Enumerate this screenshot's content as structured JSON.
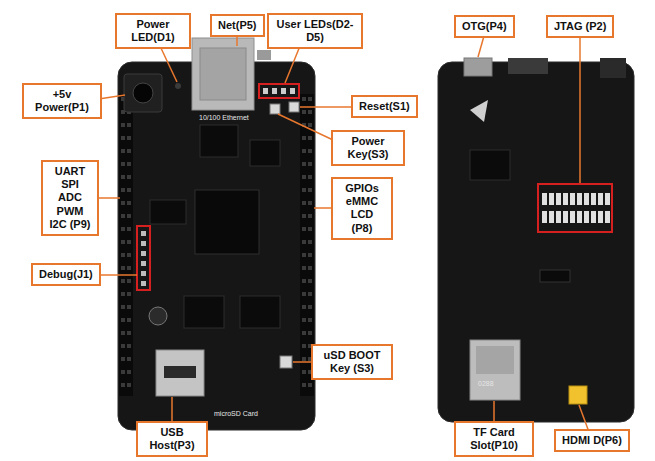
{
  "diagram": {
    "nodes": [
      {
        "text": [
          "Power LED(D1)"
        ]
      },
      {
        "text": [
          "Net(P5)"
        ]
      },
      {
        "text": [
          "User LEDs(D2-D5)"
        ]
      },
      {
        "text": [
          "OTG(P4)"
        ]
      },
      {
        "text": [
          "JTAG (P2)"
        ]
      },
      {
        "text": [
          "+5v Power(P1)"
        ]
      },
      {
        "text": [
          "Reset(S1)"
        ]
      },
      {
        "text": [
          "Power Key(S3)"
        ]
      },
      {
        "text": [
          "UART SPI ADC PWM I2C (P9)"
        ]
      },
      {
        "text": [
          "GPIOs eMMC LCD (P8)"
        ]
      },
      {
        "text": [
          "Debug(J1)"
        ]
      },
      {
        "text": [
          "uSD BOOT Key (S3)"
        ]
      },
      {
        "text": [
          "USB Host(P3)"
        ]
      },
      {
        "text": [
          "TF Card Slot(P10)"
        ]
      },
      {
        "text": [
          "HDMI D(P6)"
        ]
      }
    ],
    "labels": [
      "10/100 Ethernet",
      "microSD Card",
      "0288"
    ]
  }
}
